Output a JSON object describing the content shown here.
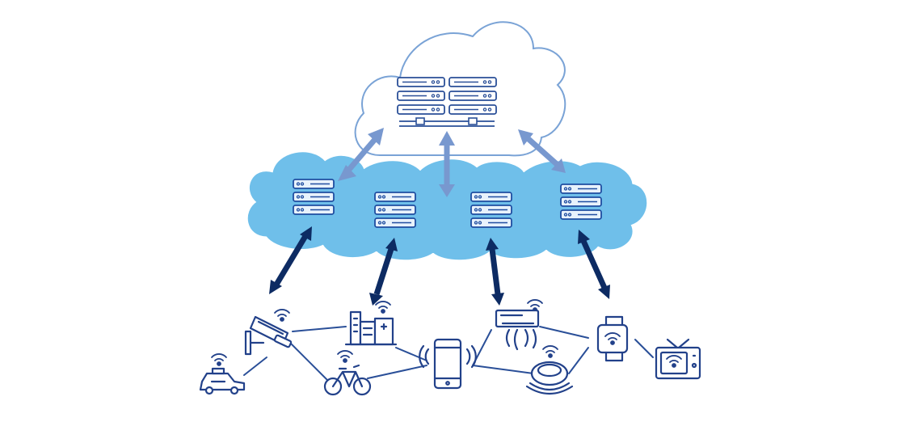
{
  "diagram": {
    "colors": {
      "cloud_outline": "#7aa3d6",
      "edge_cloud_fill": "#6fbfea",
      "pale_arrow": "#7898cf",
      "dark_arrow": "#0d2b63",
      "icon_stroke": "#22418a",
      "connector_line": "#2a4f98"
    },
    "nodes": {
      "central_cloud": {
        "kind": "cloud",
        "icon": "server-rack-icon",
        "servers": 2
      },
      "edge_cloud": {
        "kind": "cloud",
        "icon": "server-stack-icon",
        "servers": 4
      },
      "devices": [
        {
          "id": "camera",
          "icon": "security-camera-icon",
          "wireless": true
        },
        {
          "id": "taxi",
          "icon": "taxi-icon",
          "wireless": true
        },
        {
          "id": "hospital",
          "icon": "hospital-icon",
          "wireless": true
        },
        {
          "id": "bicycle",
          "icon": "bicycle-icon",
          "wireless": true
        },
        {
          "id": "smartphone",
          "icon": "smartphone-icon",
          "wireless": true
        },
        {
          "id": "air-conditioner",
          "icon": "air-conditioner-icon",
          "wireless": true
        },
        {
          "id": "robot-vacuum",
          "icon": "robot-vacuum-icon",
          "wireless": true
        },
        {
          "id": "smartwatch",
          "icon": "smartwatch-icon",
          "wireless": true
        },
        {
          "id": "television",
          "icon": "television-icon",
          "wireless": true
        }
      ]
    },
    "edges": [
      {
        "from": "edge_cloud",
        "to": "central_cloud",
        "style": "pale",
        "bidirectional": true
      },
      {
        "from": "edge_cloud",
        "to": "central_cloud",
        "style": "pale",
        "bidirectional": true
      },
      {
        "from": "edge_cloud",
        "to": "central_cloud",
        "style": "pale",
        "bidirectional": true
      },
      {
        "from": "edge_cloud",
        "to": "camera",
        "style": "dark",
        "bidirectional": true
      },
      {
        "from": "edge_cloud",
        "to": "hospital",
        "style": "dark",
        "bidirectional": true
      },
      {
        "from": "edge_cloud",
        "to": "air-conditioner",
        "style": "dark",
        "bidirectional": true
      },
      {
        "from": "edge_cloud",
        "to": "smartwatch",
        "style": "dark",
        "bidirectional": true
      },
      {
        "from": "camera",
        "to": "hospital",
        "style": "line"
      },
      {
        "from": "camera",
        "to": "bicycle",
        "style": "line"
      },
      {
        "from": "camera",
        "to": "taxi",
        "style": "line"
      },
      {
        "from": "bicycle",
        "to": "smartphone",
        "style": "line"
      },
      {
        "from": "hospital",
        "to": "smartphone",
        "style": "line"
      },
      {
        "from": "smartphone",
        "to": "air-conditioner",
        "style": "line"
      },
      {
        "from": "smartphone",
        "to": "robot-vacuum",
        "style": "line"
      },
      {
        "from": "air-conditioner",
        "to": "smartwatch",
        "style": "line"
      },
      {
        "from": "robot-vacuum",
        "to": "smartwatch",
        "style": "line"
      },
      {
        "from": "smartwatch",
        "to": "television",
        "style": "line"
      }
    ]
  }
}
